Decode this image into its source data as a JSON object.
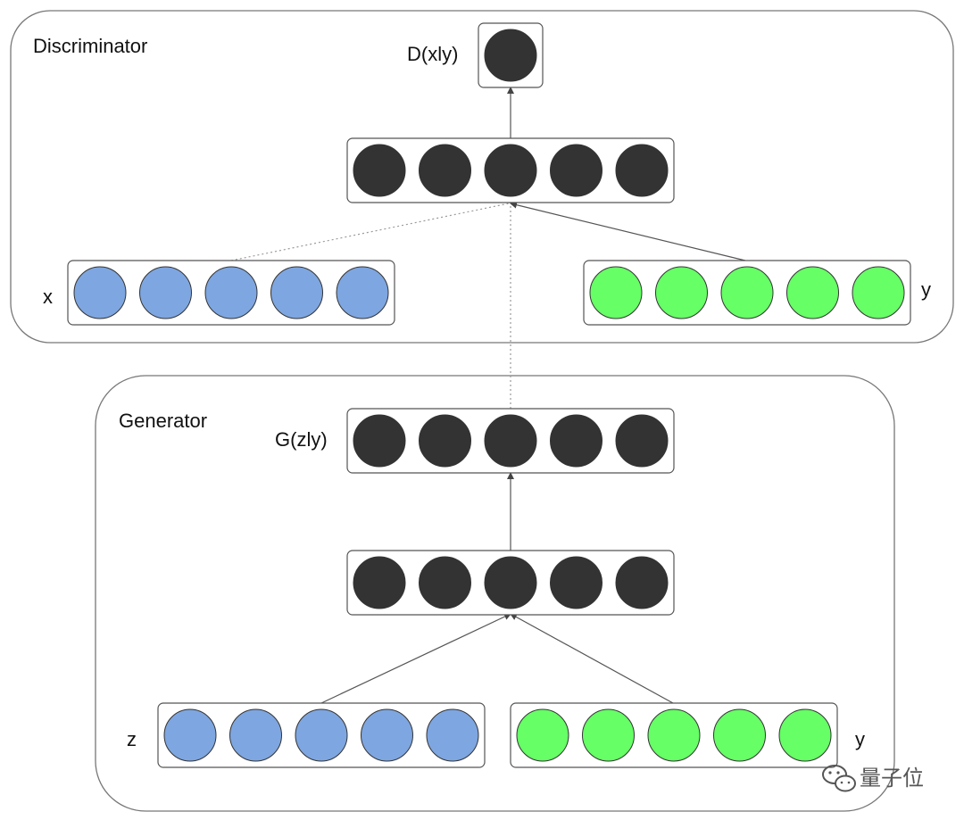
{
  "diagram": {
    "discriminator": {
      "title": "Discriminator",
      "output_label": "D(xly)",
      "input_x_label": "x",
      "input_y_label": "y"
    },
    "generator": {
      "title": "Generator",
      "output_label": "G(zly)",
      "input_z_label": "z",
      "input_y_label": "y"
    },
    "watermark": "量子位"
  },
  "colors": {
    "dark_node": "#333333",
    "blue_node": "#7ea6e0",
    "green_node": "#66ff66",
    "panel_border": "#777777"
  }
}
